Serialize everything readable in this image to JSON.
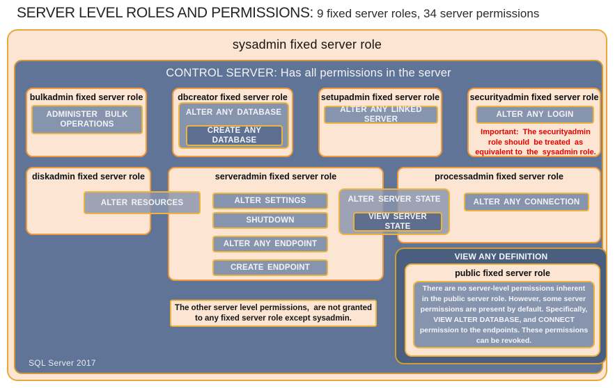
{
  "title": {
    "main": "SERVER LEVEL ROLES AND PERMISSIONS:",
    "subtitle": "9 fixed server roles, 34 server permissions"
  },
  "sysadmin": {
    "label": "sysadmin fixed server role"
  },
  "control_server": {
    "label": "CONTROL SERVER: Has all permissions in the server"
  },
  "roles": {
    "bulkadmin": {
      "title": "bulkadmin fixed server role",
      "permission": "ADMINISTER  BULK\nOPERATIONS"
    },
    "dbcreator": {
      "title": "dbcreator fixed server role",
      "outer_permission": "ALTER ANY DATABASE",
      "inner_permission": "CREATE  ANY DATABASE"
    },
    "setupadmin": {
      "title": "setupadmin fixed server role",
      "permission": "ALTER ANY LINKED SERVER"
    },
    "securityadmin": {
      "title": "securityadmin fixed server role",
      "permission": "ALTER ANY LOGIN",
      "warning": "Important:  The securityadmin\nrole should  be treated  as\nequivalent to  the  sysadmin role."
    },
    "diskadmin": {
      "title": "diskadmin fixed server role",
      "permission": "ALTER RESOURCES"
    },
    "serveradmin": {
      "title": "serveradmin fixed server role",
      "permissions": [
        "ALTER SETTINGS",
        "SHUTDOWN",
        "ALTER ANY ENDPOINT",
        "CREATE ENDPOINT"
      ]
    },
    "shared_state": {
      "outer_permission": "ALTER SERVER STATE",
      "inner_permission": "VIEW SERVER STATE"
    },
    "processadmin": {
      "title": "processadmin fixed server role",
      "permission": "ALTER ANY CONNECTION"
    },
    "public": {
      "container_permission": "VIEW ANY DEFINITION",
      "title": "public fixed server role",
      "description": "There are no server-level permissions inherent\nin the public server role. However, some server\npermissions are present by default. Specifically,\nVIEW ALTER DATABASE, and CONNECT\npermission to the endpoints. These permissions\ncan be revoked."
    }
  },
  "notes": {
    "other_permissions": "The other server level permissions,  are not granted\nto any fixed server role except sysadmin."
  },
  "footer": {
    "version": "SQL Server 2017"
  },
  "colors": {
    "peach": "#fce5d2",
    "panel_blue": "#5f7496",
    "button_gray": "#8794ae",
    "nested_dark": "#5e7092",
    "definition_dark": "#4a5e7f",
    "gold_border": "#edb33f",
    "orange_border": "#f0993a",
    "warning_red": "#e60000"
  }
}
